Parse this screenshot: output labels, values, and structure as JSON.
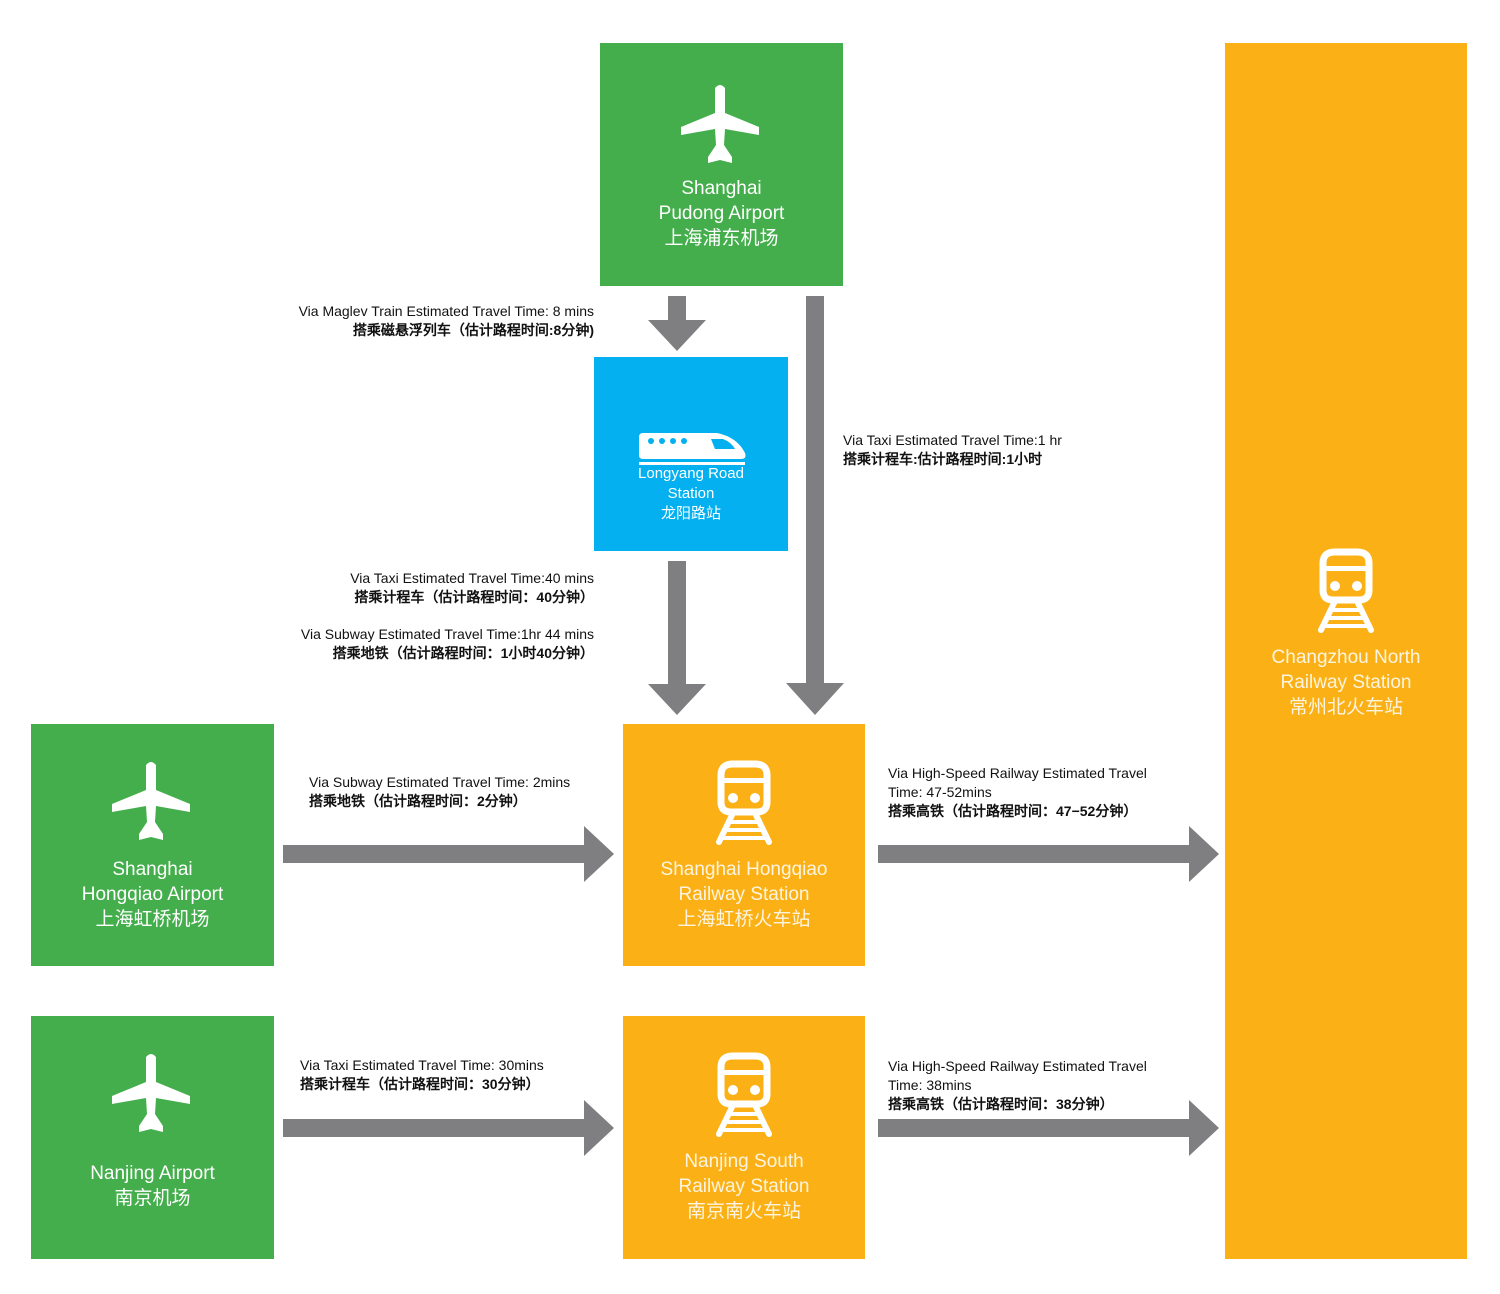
{
  "nodes": {
    "pudong": {
      "line1": "Shanghai",
      "line2": "Pudong Airport",
      "line3": "上海浦东机场",
      "icon": "airplane-icon"
    },
    "longyang": {
      "line1": "Longyang Road",
      "line2": "Station",
      "line3": "龙阳路站",
      "icon": "bullet-train-icon"
    },
    "hongqiao_airport": {
      "line1": "Shanghai",
      "line2": "Hongqiao Airport",
      "line3": "上海虹桥机场",
      "icon": "airplane-icon"
    },
    "hongqiao_station": {
      "line1": "Shanghai Hongqiao",
      "line2": "Railway Station",
      "line3": "上海虹桥火车站",
      "icon": "train-icon"
    },
    "nanjing_airport": {
      "line1": "Nanjing Airport",
      "line2": "南京机场",
      "icon": "airplane-icon"
    },
    "nanjing_south": {
      "line1": "Nanjing South",
      "line2": "Railway Station",
      "line3": "南京南火车站",
      "icon": "train-icon"
    },
    "changzhou": {
      "line1": "Changzhou North",
      "line2": "Railway Station",
      "line3": "常州北火车站",
      "icon": "train-icon"
    }
  },
  "routes": {
    "maglev": {
      "en": "Via Maglev Train Estimated Travel Time: 8 mins",
      "cn": "搭乘磁悬浮列车（估计路程时间:8分钟)"
    },
    "pudong_taxi": {
      "en": "Via Taxi Estimated Travel Time:1 hr",
      "cn": "搭乘计程车:估计路程时间:1小时"
    },
    "longyang_taxi": {
      "en": "Via Taxi Estimated Travel Time:40 mins",
      "cn": "搭乘计程车（估计路程时间：40分钟）"
    },
    "longyang_subway": {
      "en": "Via Subway Estimated Travel Time:1hr 44 mins",
      "cn": "搭乘地铁（估计路程时间：1小时40分钟）"
    },
    "hongqiao_subway": {
      "en": "Via Subway Estimated Travel Time: 2mins",
      "cn": "搭乘地铁（估计路程时间：2分钟）"
    },
    "hongqiao_hsr": {
      "en1": "Via High-Speed Railway Estimated Travel",
      "en2": "Time: 47-52mins",
      "cn": "搭乘高铁（估计路程时间：47−52分钟）"
    },
    "nanjing_taxi": {
      "en": "Via Taxi Estimated Travel Time: 30mins",
      "cn": "搭乘计程车（估计路程时间：30分钟）"
    },
    "nanjing_hsr": {
      "en1": "Via High-Speed Railway Estimated Travel",
      "en2": "Time: 38mins",
      "cn": "搭乘高铁（估计路程时间：38分钟）"
    }
  },
  "colors": {
    "airport_green": "#43ae4b",
    "station_orange": "#fbb116",
    "maglev_blue": "#04b0ef",
    "arrow_gray": "#7f7f81"
  }
}
